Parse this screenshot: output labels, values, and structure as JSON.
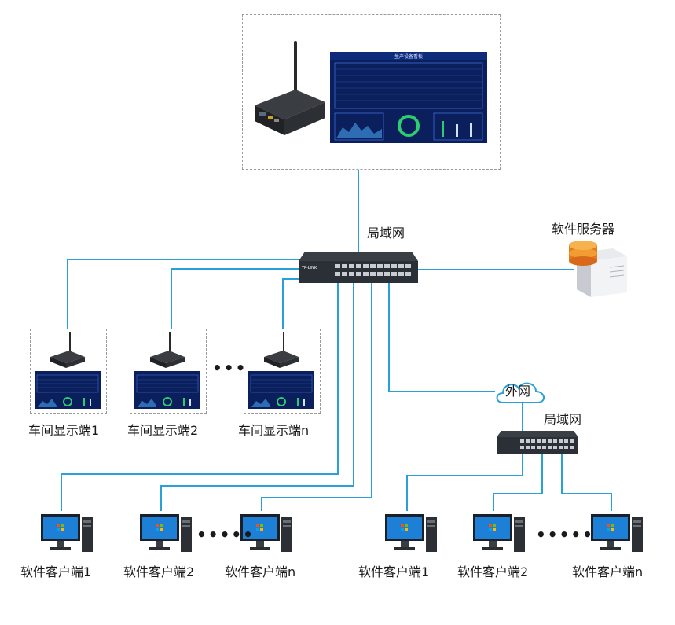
{
  "labels": {
    "lan_main": "局域网",
    "software_server": "软件服务器",
    "wan": "外网",
    "lan_sub": "局域网",
    "workshop_display_1": "车间显示端1",
    "workshop_display_2": "车间显示端2",
    "workshop_display_n": "车间显示端n",
    "client_left_1": "软件客户端1",
    "client_left_2": "软件客户端2",
    "client_left_n": "软件客户端n",
    "client_right_1": "软件客户端1",
    "client_right_2": "软件客户端2",
    "client_right_n": "软件客户端n"
  },
  "ellipsis": {
    "displays": "•••",
    "clients_left": "•••••",
    "clients_right": "•••••"
  },
  "screen_title": "生产设备看板",
  "switch_brand": "TP-LINK",
  "colors": {
    "wire": "#2aa0d8",
    "screen_bg": "#0b1f5c",
    "accent": "#2ecc71",
    "switch_body": "#2b2f36"
  }
}
